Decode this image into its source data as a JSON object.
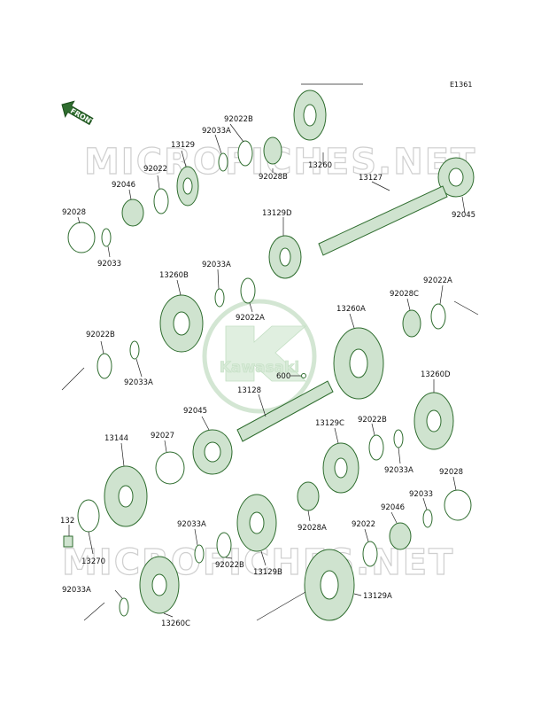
{
  "diagram_code": "E1361",
  "front_marker": "FRONT",
  "watermark": "MICROFICHES.NET",
  "logo": "Kawasaki",
  "parts": [
    "92022B",
    "92033A",
    "13129",
    "92022",
    "92046",
    "92028",
    "92033",
    "92028B",
    "13260",
    "13127",
    "92045",
    "13129D",
    "13260B",
    "92033A",
    "92022A",
    "92028C",
    "92022A",
    "92022B",
    "92033A",
    "13260A",
    "600",
    "13128",
    "13260D",
    "92045",
    "92027",
    "13144",
    "13129C",
    "92022B",
    "92033A",
    "92028",
    "92033",
    "92046",
    "92028A",
    "92022",
    "132",
    "13270",
    "92033A",
    "92022B",
    "13129B",
    "92033A",
    "13260C",
    "13129A"
  ]
}
